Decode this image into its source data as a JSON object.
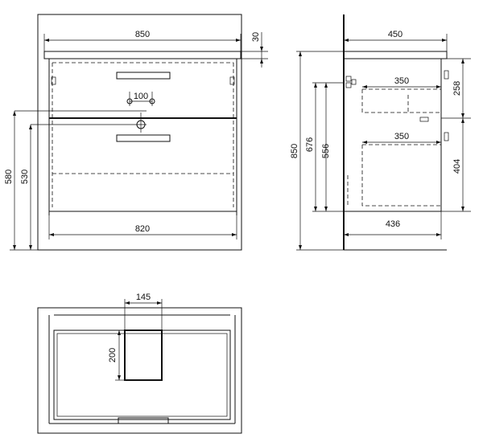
{
  "front_view": {
    "width_total": "850",
    "top_thickness": "30",
    "drain_spacing": "100",
    "cabinet_width": "820",
    "height_total": "580",
    "height_body": "530"
  },
  "side_view": {
    "depth_total": "450",
    "drawer_upper_depth": "350",
    "drawer_lower_depth": "350",
    "body_depth": "436",
    "mount_height": "850",
    "height_676": "676",
    "height_556": "556",
    "drawer_upper_height": "258",
    "drawer_lower_height": "404"
  },
  "top_view": {
    "cutout_width": "145",
    "cutout_depth": "200"
  },
  "colors": {
    "line": "#111111",
    "background": "#ffffff"
  }
}
